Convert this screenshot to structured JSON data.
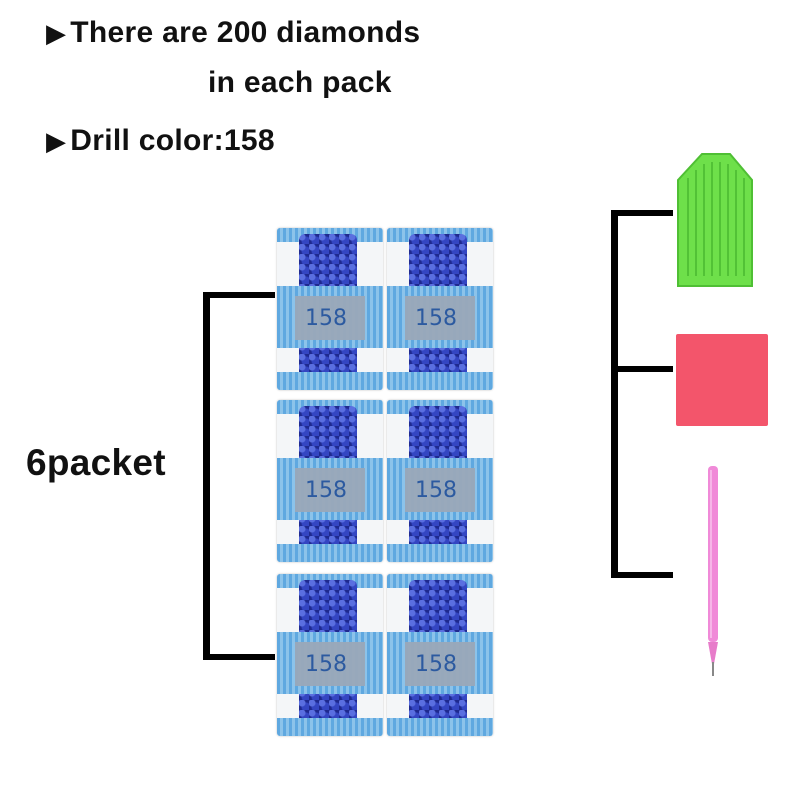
{
  "header": {
    "line1": "There are 200 diamonds",
    "line2": "in each pack",
    "line3": "Drill color:158",
    "arrow_glyph": "▶"
  },
  "side_label": "6packet",
  "packets": [
    {
      "number": "158"
    },
    {
      "number": "158"
    },
    {
      "number": "158"
    },
    {
      "number": "158"
    },
    {
      "number": "158"
    },
    {
      "number": "158"
    }
  ],
  "colors": {
    "tray": "#6ee04a",
    "wax": "#f3556b",
    "pen": "#f08ad8",
    "bead": "#1f2a8f",
    "packet_tint": "#5fa8e0"
  },
  "tools": [
    "tray-icon",
    "wax-icon",
    "pen-icon"
  ]
}
